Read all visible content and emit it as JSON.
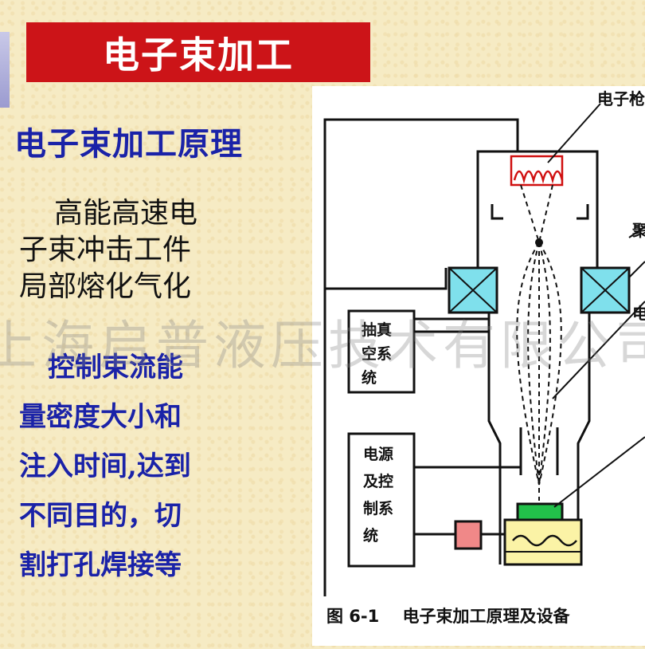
{
  "title": "电子束加工",
  "subtitle": "电子束加工原理",
  "principle_lines": [
    "高能高速电",
    "子束冲击工件",
    "局部熔化气化"
  ],
  "control_lines": [
    "控制束流能",
    "量密度大小和",
    "注入时间,达到",
    "不同目的，切",
    "割打孔焊接等"
  ],
  "diagram": {
    "top_label": "电子枪",
    "right_label_1": "聚",
    "right_label_2": "电",
    "vacuum_box": [
      "抽真",
      "空系",
      "统"
    ],
    "power_box": [
      "电源",
      "及控",
      "制系",
      "统"
    ],
    "caption": "图 6-1    电子束加工原理及设备"
  },
  "watermark": "上海启普液压技术有限公司",
  "colors": {
    "title_bg": "#cc1418",
    "subtitle": "#1a22a8",
    "coil": "#d01010",
    "magnet": "#7fe0ec",
    "workpiece": "#22c04a",
    "table": "#fbf3a6",
    "sensor": "#f08888"
  }
}
